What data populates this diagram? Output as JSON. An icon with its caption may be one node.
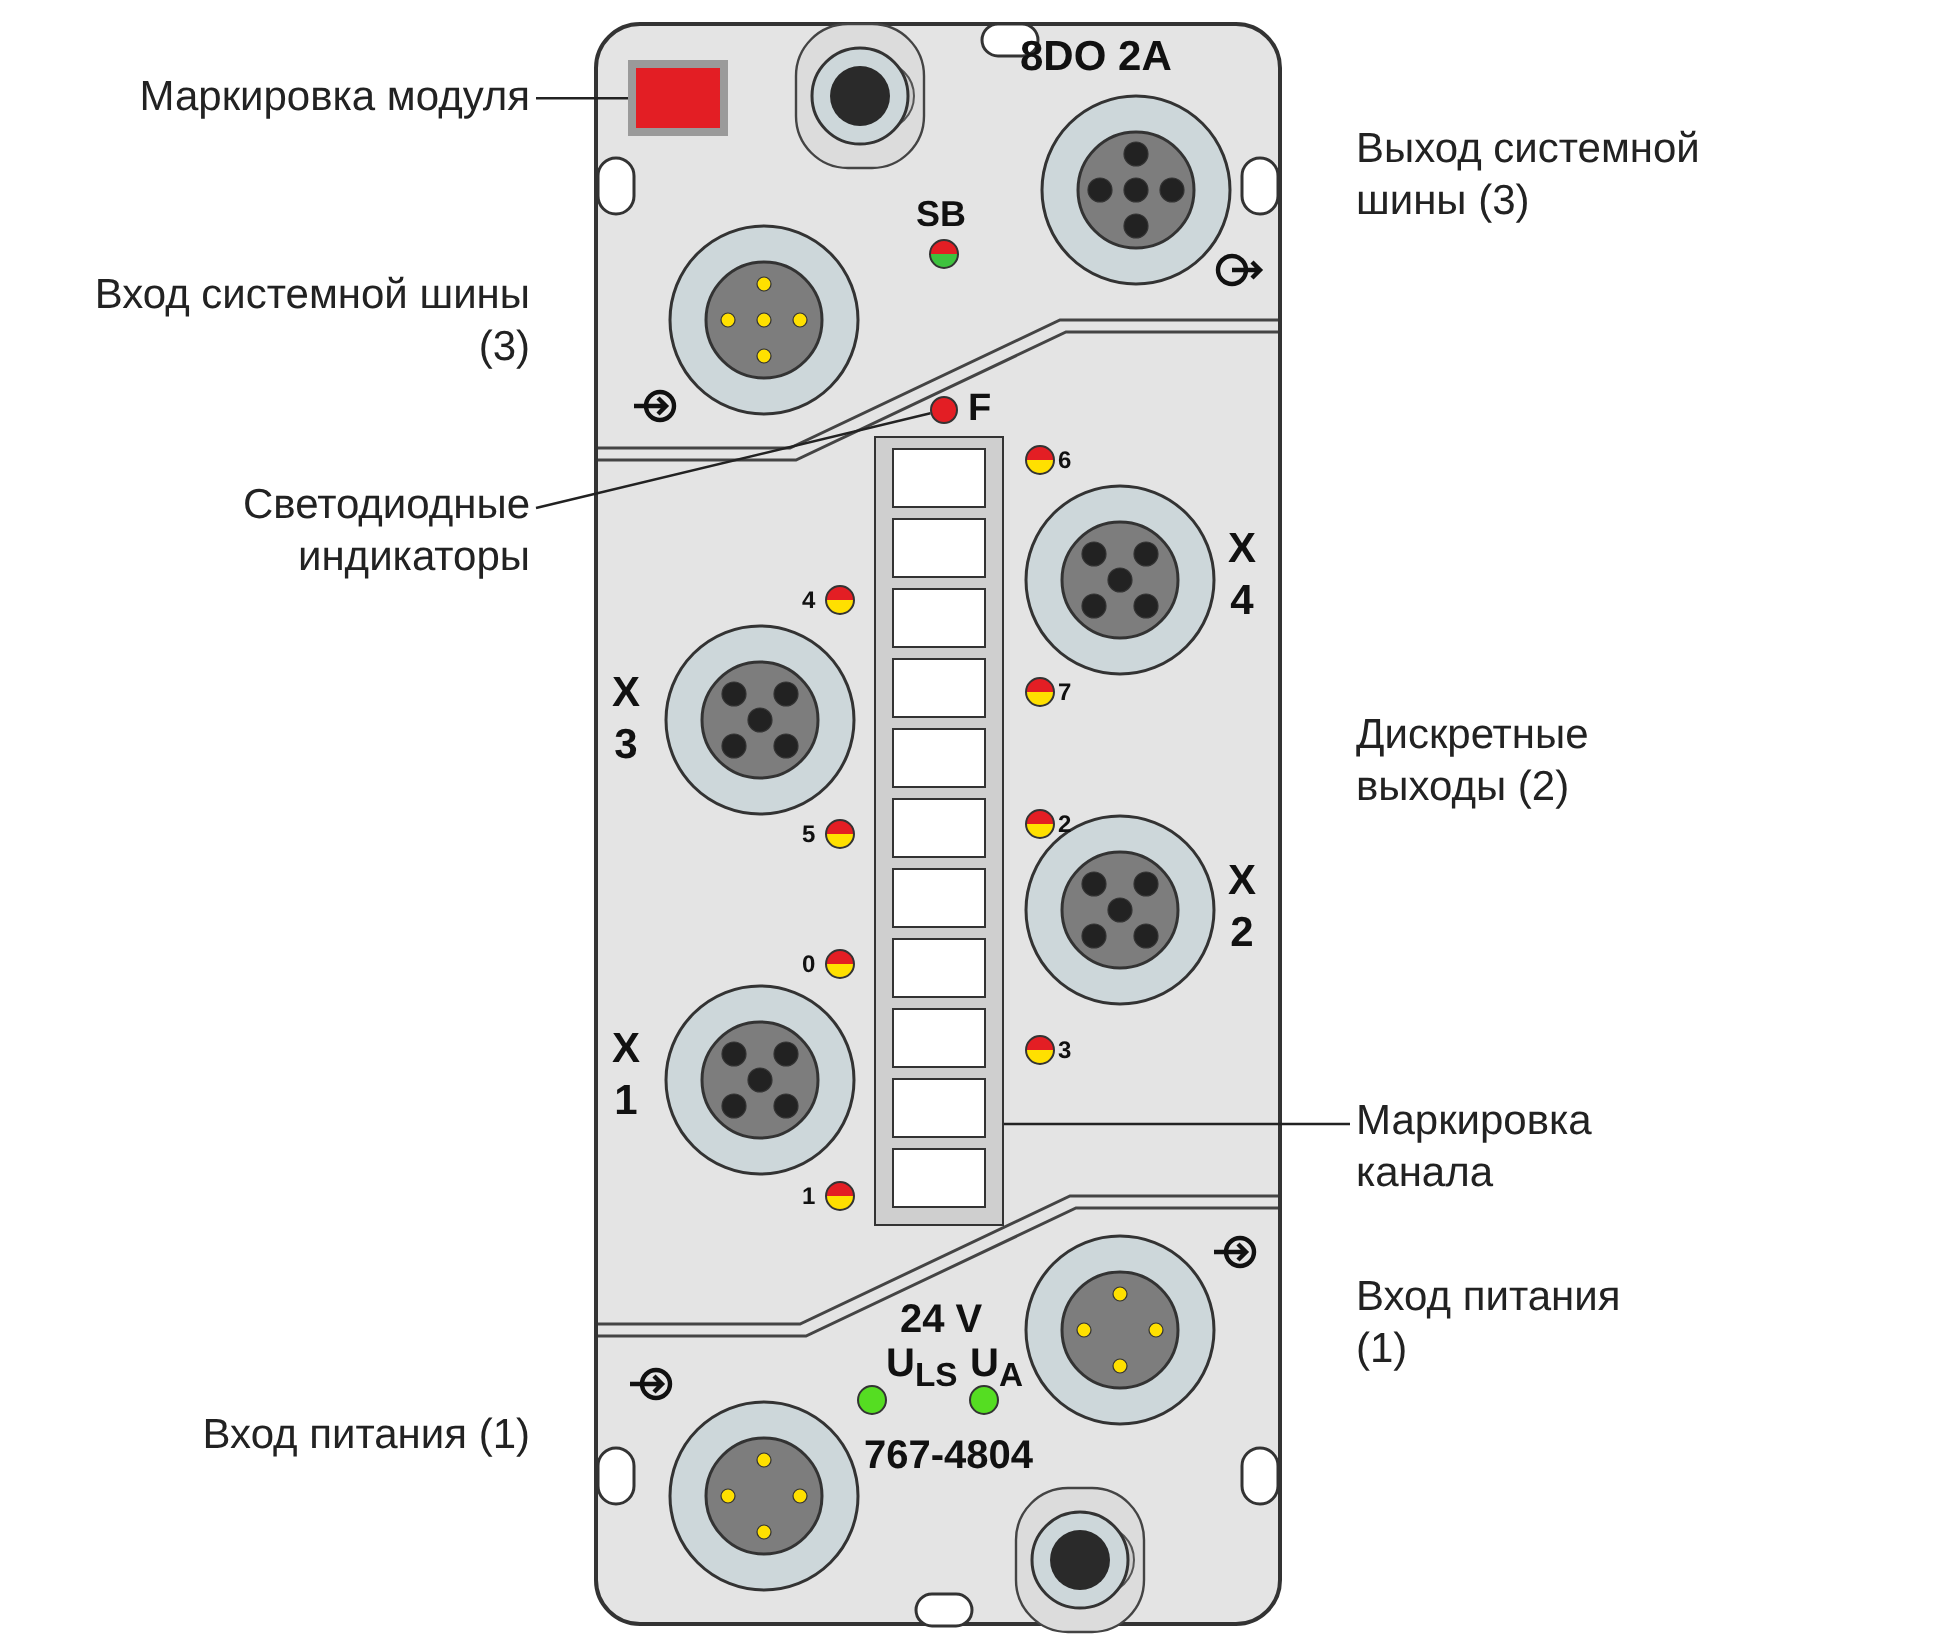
{
  "diagram": {
    "nodes": [
      {
        "text": [
          "Маркировка модуля"
        ]
      },
      {
        "text": [],
        "shape": "box"
      },
      {
        "text": [
          "Светодиодные индикаторы"
        ]
      },
      {
        "text": [],
        "shape": "circle"
      },
      {
        "text": [
          "Маркировка канала"
        ]
      },
      {
        "text": [],
        "shape": "box"
      }
    ],
    "edges": [
      {
        "from": 0,
        "to": 1,
        "arrow": "none"
      },
      {
        "from": 2,
        "to": 3,
        "arrow": "none"
      },
      {
        "from": 4,
        "to": 5,
        "arrow": "none"
      }
    ],
    "labels": [
      "8DO 2A",
      "Выход системной шины (3)",
      "SB",
      "Вход системной шины (3)",
      "F",
      "6",
      "4",
      "X 4",
      "X 3",
      "7",
      "Дискретные выходы (2)",
      "5",
      "2",
      "X 2",
      "0",
      "X 1",
      "3",
      "1",
      "Вход питания (1)",
      "24 V",
      "U$_{LS}$",
      "U$_{A}$",
      "Вход питания (1)",
      "767-4804"
    ]
  }
}
